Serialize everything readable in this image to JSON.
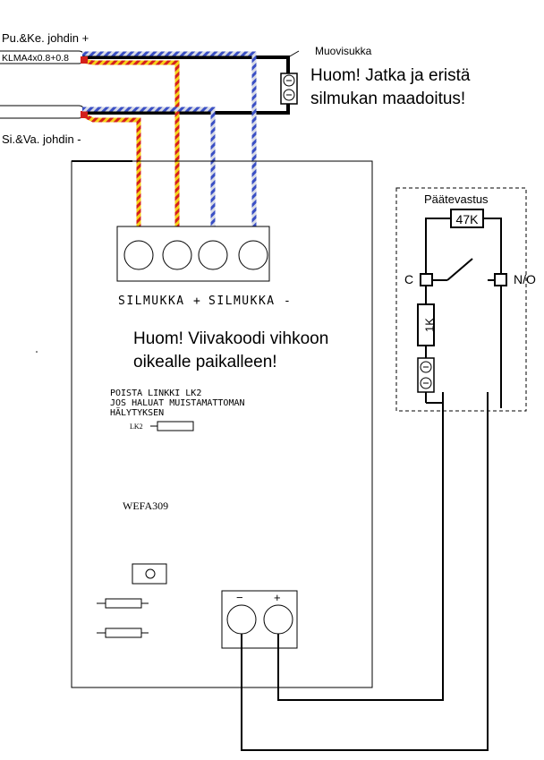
{
  "labels": {
    "cable_top": "Pu.&Ke. johdin +",
    "cable_spec": "KLMA4x0.8+0.8",
    "cable_bottom": "Si.&Va. johdin -",
    "sleeve": "Muovisukka",
    "note_ground_1": "Huom! Jatka ja eristä",
    "note_ground_2": "silmukan maadoitus!",
    "terminal_label_1": "SILMUKKA +",
    "terminal_label_2": "SILMUKKA -",
    "note_barcode_1": "Huom! Viivakoodi vihkoon",
    "note_barcode_2": "oikealle paikalleen!",
    "lk2_note_1": "POISTA LINKKI LK2",
    "lk2_note_2": "JOS HALUAT MUISTAMATTOMAN",
    "lk2_note_3": "HÄLYTYKSEN",
    "lk2_label": "LK2",
    "device_model": "WEFA309",
    "power_minus": "−",
    "power_plus": "+",
    "end_resistor_title": "Päätevastus",
    "resistor_47k": "47K",
    "resistor_1k": "1K",
    "contact_c": "C",
    "contact_no": "N/O"
  },
  "colors": {
    "wire_red": "#d4201c",
    "wire_yellow": "#f5d21a",
    "wire_blue": "#3a4fc4",
    "wire_white": "#d8dbe6",
    "line": "#000000"
  }
}
